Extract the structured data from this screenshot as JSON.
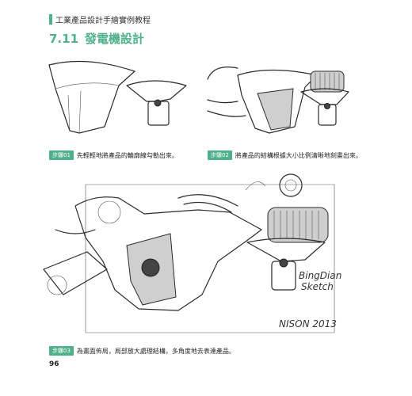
{
  "header": {
    "running_title": "工業產品設計手繪實例教程"
  },
  "section": {
    "number": "7.11",
    "title": "發電機設計"
  },
  "steps": [
    {
      "badge": "步驟01",
      "text": "先輕輕地將產品的輪廓線勾勒出來。"
    },
    {
      "badge": "步驟02",
      "text": "將產品的結構根據大小比例清晰地刻畫出來。"
    },
    {
      "badge": "步驟03",
      "text": "為畫面佈局，局部放大處理結構，多角度地去表達產品。"
    }
  ],
  "sketch": {
    "label_line1": "BingDian",
    "label_line2": "Sketch",
    "signature": "NISON 2013"
  },
  "footer": {
    "page_number": "96"
  },
  "colors": {
    "accent": "#4fb08c",
    "ink": "#2b2b2b"
  }
}
